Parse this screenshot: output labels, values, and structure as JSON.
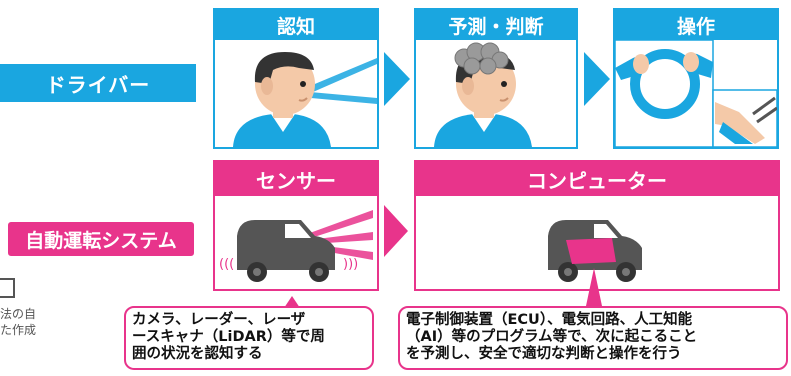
{
  "rows": {
    "driver_label": "ドライバー",
    "system_label": "自動運転システム"
  },
  "driver_stages": [
    {
      "title": "認知",
      "icon": "person-eye-icon"
    },
    {
      "title": "予測・判断",
      "icon": "person-brain-icon"
    },
    {
      "title": "操作",
      "icon": "hands-steering-wheel-icon"
    }
  ],
  "system_stages": [
    {
      "title": "センサー",
      "icon": "vehicle-sensor-icon"
    },
    {
      "title": "コンピューター",
      "icon": "vehicle-computer-icon"
    }
  ],
  "callouts": {
    "sensor": "カメラ、レーダー、レーザ\nースキャナ（LiDAR）等で周\n囲の状況を認知する",
    "computer": "電子制御装置（ECU）、電気回路、人工知能\n（AI）等のプログラム等で、次に起こること\nを予測し、安全で適切な判断と操作を行う"
  },
  "partial_left_text": "法の自\nた作成",
  "colors": {
    "blue": "#1aa6e0",
    "pink": "#e8348b",
    "vehicle": "#555555",
    "skin": "#f4c9a8",
    "hair": "#333333"
  }
}
